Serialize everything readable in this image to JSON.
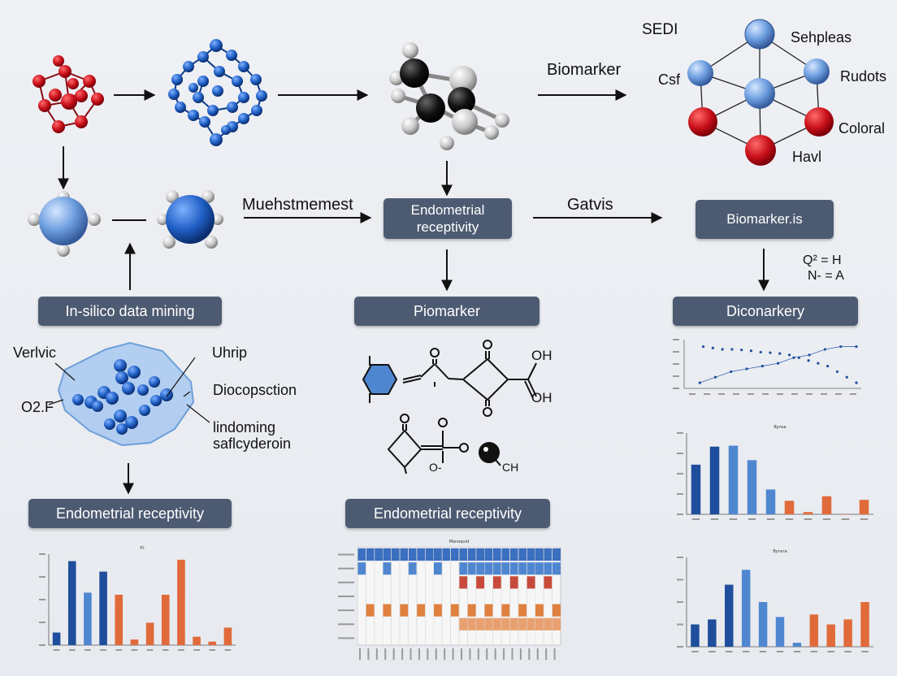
{
  "colors": {
    "box_bg": "#4d5b72",
    "dark_blue": "#1f4e9c",
    "mid_blue": "#4f86d0",
    "orange": "#e06a3a",
    "red_atom": "#d11a22",
    "blue_atom": "#1f63c4"
  },
  "top_labels": {
    "biomarker_arrow": "Biomarker",
    "sedi": "SEDI",
    "sehpleas": "Sehpleas",
    "csf": "Csf",
    "rudots": "Rudots",
    "coloral": "Coloral",
    "havl": "Havl"
  },
  "mid_labels": {
    "muehstmemest": "Muehstmemest",
    "gatvis": "Gatvis",
    "formula_line1": "Q² = H",
    "formula_line2": "N- = A"
  },
  "boxes": {
    "endometrial_top": "Endometrial receptivity",
    "biomarkeris": "Biomarker.is",
    "in_silico": "In-silico data mining",
    "piomarker": "Piomarker",
    "diconarkery": "Diconarkery",
    "endometrial_left": "Endometrial receptivity",
    "endometrial_center": "Endometrial receptivity"
  },
  "cluster_labels": {
    "verlvic": "Verlvic",
    "o2f": "O2.F",
    "uhrip": "Uhrip",
    "diocopsction": "Diocopsction",
    "lindoming": "lindoming",
    "saflcyderoin": "saflcyderoin"
  },
  "chem_labels": {
    "oh_top": "OH",
    "oh_bottom": "OH",
    "ch": "CH",
    "o_minus": "O-"
  },
  "chart_data": [
    {
      "type": "scatter",
      "title": "",
      "series": [
        {
          "x": [
            1,
            1.5,
            2,
            2.5,
            3,
            3.5,
            4,
            4.5,
            5,
            5.5,
            6,
            6.5,
            7,
            7.5,
            8,
            8.5,
            9
          ],
          "y": [
            150,
            145,
            140,
            140,
            138,
            135,
            130,
            128,
            125,
            120,
            110,
            100,
            90,
            80,
            60,
            40,
            20
          ]
        },
        {
          "x": [
            1,
            2,
            3,
            4,
            5,
            6,
            7,
            8,
            9,
            10,
            11
          ],
          "y": [
            20,
            40,
            60,
            70,
            80,
            90,
            110,
            120,
            140,
            150,
            150
          ]
        }
      ],
      "ylim": [
        0,
        175
      ]
    },
    {
      "type": "bar",
      "title": "Bynsa",
      "categories": [
        "",
        "",
        "",
        "",
        "",
        "",
        "",
        "",
        "",
        ""
      ],
      "values": [
        110,
        150,
        152,
        120,
        55,
        30,
        5,
        40,
        0,
        32
      ],
      "bar_colors": [
        "#1f4e9c",
        "#1f4e9c",
        "#4f86d0",
        "#4f86d0",
        "#4f86d0",
        "#e06a3a",
        "#e06a3a",
        "#e06a3a",
        "#e06a3a",
        "#e06a3a"
      ],
      "ylim": [
        0,
        180
      ]
    },
    {
      "type": "bar",
      "title": "Bynsra",
      "categories": [
        "",
        "",
        "",
        "",
        "",
        "",
        "",
        "",
        "",
        "",
        ""
      ],
      "values": [
        45,
        55,
        125,
        155,
        90,
        60,
        8,
        65,
        45,
        55,
        90
      ],
      "bar_colors": [
        "#1f4e9c",
        "#1f4e9c",
        "#1f4e9c",
        "#4f86d0",
        "#4f86d0",
        "#4f86d0",
        "#4f86d0",
        "#e06a3a",
        "#e06a3a",
        "#e06a3a",
        "#e06a3a"
      ],
      "ylim": [
        0,
        180
      ]
    },
    {
      "type": "bar",
      "title": "P.I",
      "categories": [
        "",
        "",
        "",
        "",
        "",
        "",
        "",
        "",
        "",
        "",
        "",
        ""
      ],
      "values": [
        18,
        120,
        75,
        105,
        72,
        8,
        32,
        72,
        122,
        12,
        5,
        25
      ],
      "bar_colors": [
        "#1f4e9c",
        "#1f4e9c",
        "#4f86d0",
        "#1f4e9c",
        "#e06a3a",
        "#e06a3a",
        "#e06a3a",
        "#e06a3a",
        "#e06a3a",
        "#e06a3a",
        "#e06a3a",
        "#e06a3a"
      ],
      "ylim": [
        0,
        130
      ]
    },
    {
      "type": "heatmap",
      "title": "Manaquid",
      "rows": 7,
      "cols": 24
    }
  ]
}
